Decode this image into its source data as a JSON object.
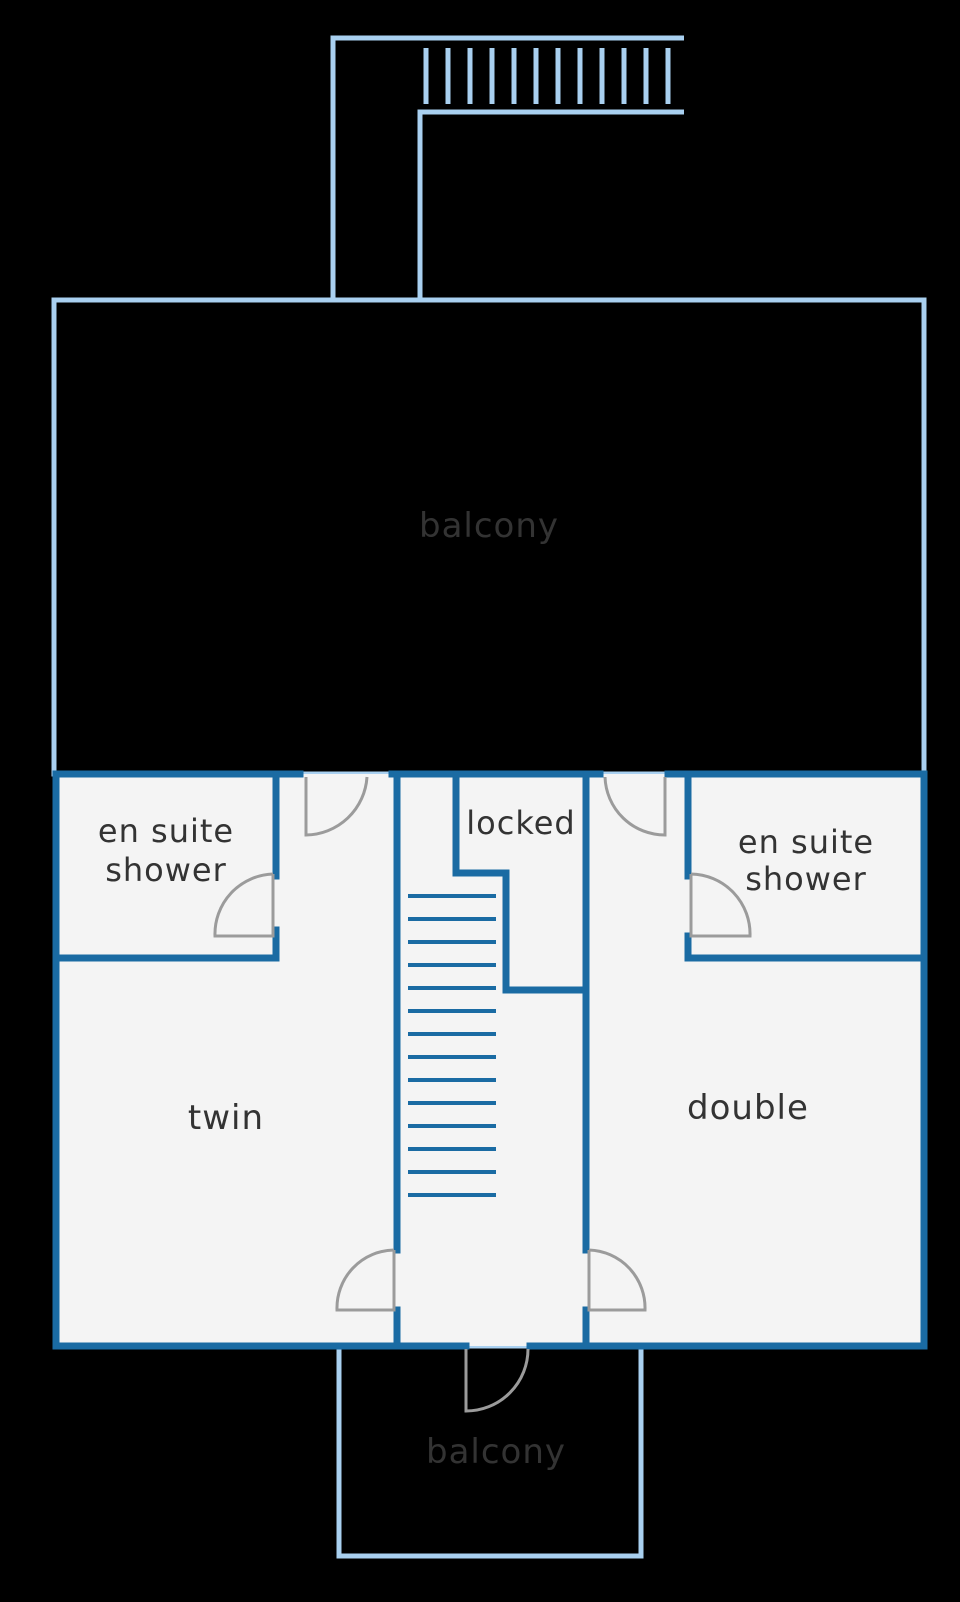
{
  "plan": {
    "rooms": {
      "balcony_top": "balcony",
      "en_suite_left_line1": "en suite",
      "en_suite_left_line2": "shower",
      "locked": "locked",
      "en_suite_right_line1": "en suite",
      "en_suite_right_line2": "shower",
      "twin": "twin",
      "double": "double",
      "balcony_bottom": "balcony"
    },
    "colors": {
      "background": "#000000",
      "floor": "#f4f4f4",
      "balcony_fill": "#ffffff",
      "wall_dark": "#1a6ba3",
      "wall_light": "#a9d0f0",
      "door": "#9b9b9b",
      "label": "#333333"
    },
    "icons": {
      "external_stairs": "external-staircase-icon",
      "internal_stairs": "internal-staircase-icon",
      "doors": "door-swing-icon"
    }
  }
}
